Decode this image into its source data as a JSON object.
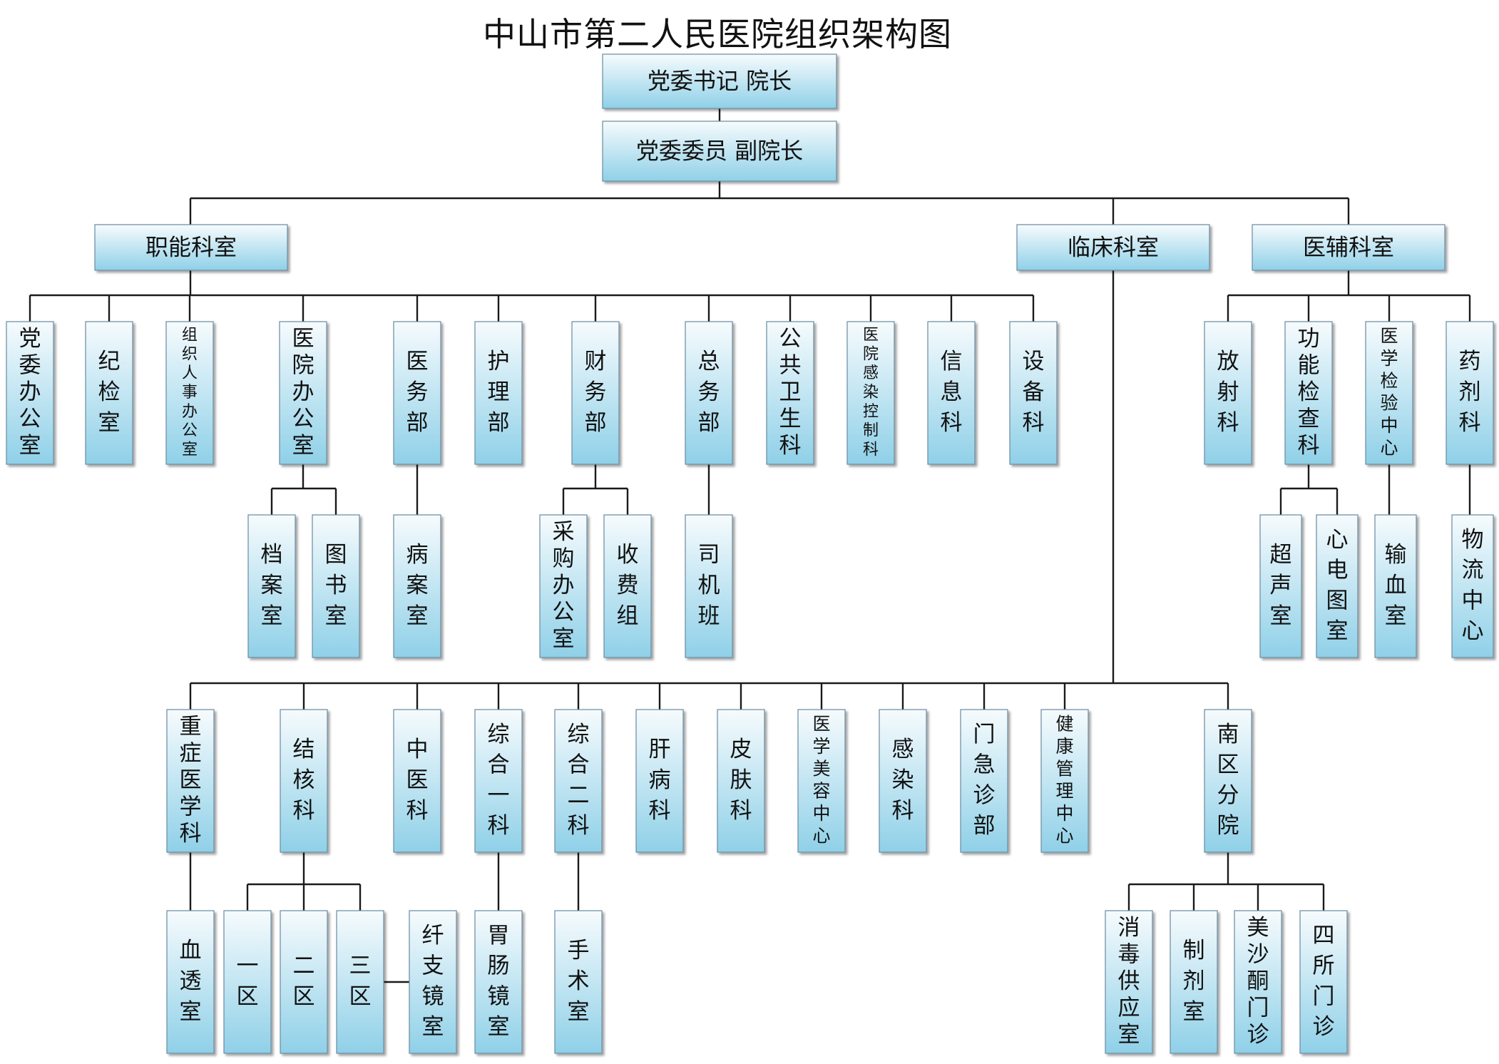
{
  "title": "中山市第二人民医院组织架构图",
  "colors": {
    "box_top": "#f6fbfd",
    "box_bottom": "#8fd0e8",
    "line": "#1a1a1a"
  },
  "nodes": {
    "secretary": "党委书记 院长",
    "committee": "党委委员 副院长",
    "functional": "职能科室",
    "clinical": "临床科室",
    "auxiliary": "医辅科室",
    "f_party_office": "党委办公室",
    "f_discipline": "纪检室",
    "f_hr": "组织人事办公室",
    "f_hospital_office": "医院办公室",
    "f_medical": "医务部",
    "f_nursing": "护理部",
    "f_finance": "财务部",
    "f_general": "总务部",
    "f_public_health": "公共卫生科",
    "f_infection_control": "医院感染控制科",
    "f_info": "信息科",
    "f_equipment": "设备科",
    "f_archive": "档案室",
    "f_library": "图书室",
    "f_records": "病案室",
    "f_purchase": "采购办公室",
    "f_fee": "收费组",
    "f_drivers": "司机班",
    "a_radiology": "放射科",
    "a_function_check": "功能检查科",
    "a_lab": "医学检验中心",
    "a_pharmacy": "药剂科",
    "a_ultrasound": "超声室",
    "a_ecg": "心电图室",
    "a_transfusion": "输血室",
    "a_logistics": "物流中心",
    "c_icu": "重症医学科",
    "c_tb": "结核科",
    "c_tcm": "中医科",
    "c_general1": "综合一科",
    "c_general2": "综合二科",
    "c_liver": "肝病科",
    "c_skin": "皮肤科",
    "c_cosmetic": "医学美容中心",
    "c_infection": "感染科",
    "c_emergency": "门急诊部",
    "c_health": "健康管理中心",
    "c_south": "南区分院",
    "c_dialysis": "血透室",
    "c_zone1": "一区",
    "c_zone2": "二区",
    "c_zone3": "三区",
    "c_bronchoscope": "纤支镜室",
    "c_gastroscope": "胃肠镜室",
    "c_surgery": "手术室",
    "c_sterile": "消毒供应室",
    "c_preparation": "制剂室",
    "c_methadone": "美沙酮门诊",
    "c_clinic4": "四所门诊"
  }
}
